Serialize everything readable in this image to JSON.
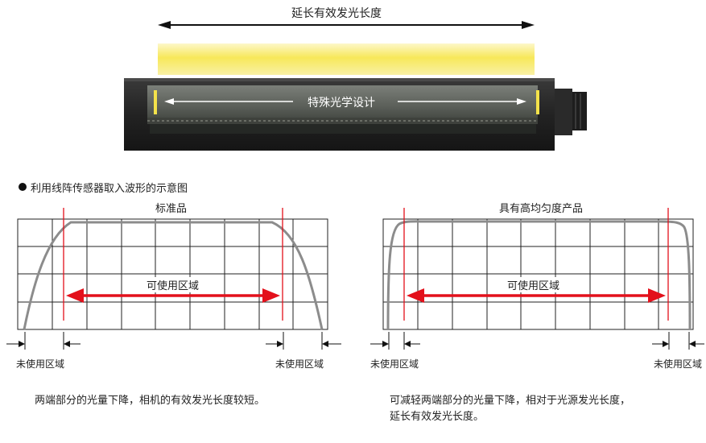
{
  "top": {
    "length_label": "延长有效发光长度",
    "design_label": "特殊光学设计"
  },
  "section": {
    "title": "利用线阵传感器取入波形的示意图"
  },
  "left_chart": {
    "title": "标准品",
    "usable_label": "可使用区域",
    "unused_left": "未使用区域",
    "unused_right": "未使用区域",
    "caption": "两端部分的光量下降，相机的有效发光长度较短。"
  },
  "right_chart": {
    "title": "具有高均匀度产品",
    "usable_label": "可使用区域",
    "unused_left": "未使用区域",
    "unused_right": "未使用区域",
    "caption_line1": "可减轻两端部分的光量下降，相对于光源发光长度，",
    "caption_line2": "延长有效发光长度。"
  },
  "colors": {
    "arrow_red": "#e3101b",
    "glow_yellow": "#f8ec6a",
    "curve_gray": "#8c8c8c",
    "grid_dark": "#222222",
    "light_body": "#2b2b2b"
  }
}
